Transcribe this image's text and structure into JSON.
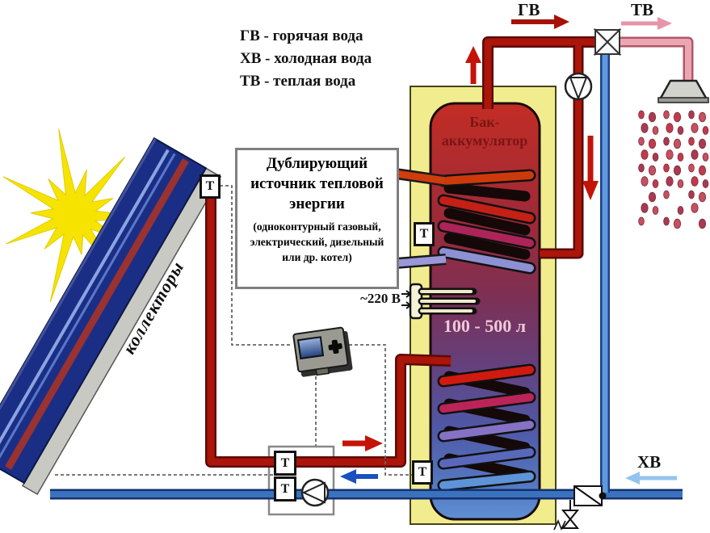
{
  "legend": {
    "items": [
      "ГВ - горячая вода",
      "ХВ - холодная вода",
      "ТВ - теплая вода"
    ]
  },
  "flow_labels": {
    "hot_out": "ГВ",
    "warm_out": "ТВ",
    "cold_in": "ХВ"
  },
  "tank": {
    "name_line1": "Бак-",
    "name_line2": "аккумулятор",
    "volume": "100 - 500 л"
  },
  "boiler": {
    "title": [
      "Дублирующий",
      "источник тепловой",
      "энергии"
    ],
    "subtitle": [
      "(одноконтурный газовый,",
      "электрический, дизельный",
      "или др. котел)"
    ]
  },
  "collector": {
    "label": "коллекторы"
  },
  "power": {
    "label": "~220 В"
  },
  "sensor": {
    "label": "Т"
  },
  "colors": {
    "hot_pipe": "#a8150a",
    "warm_pipe": "#eba6b4",
    "cold_pipe": "#3a72bd",
    "mix_pipe": "#5f9ade",
    "tank_top": "#c22d24",
    "tank_bottom": "#5e8fd4",
    "enclosure": "#f1ed8f",
    "sun": "#f6e400",
    "collector_panel": "#1b2e86",
    "arrow_red": "#c41408",
    "arrow_blue": "#1a50c0"
  },
  "shower": {
    "drop_rows": 9,
    "drop_cols": 6
  }
}
